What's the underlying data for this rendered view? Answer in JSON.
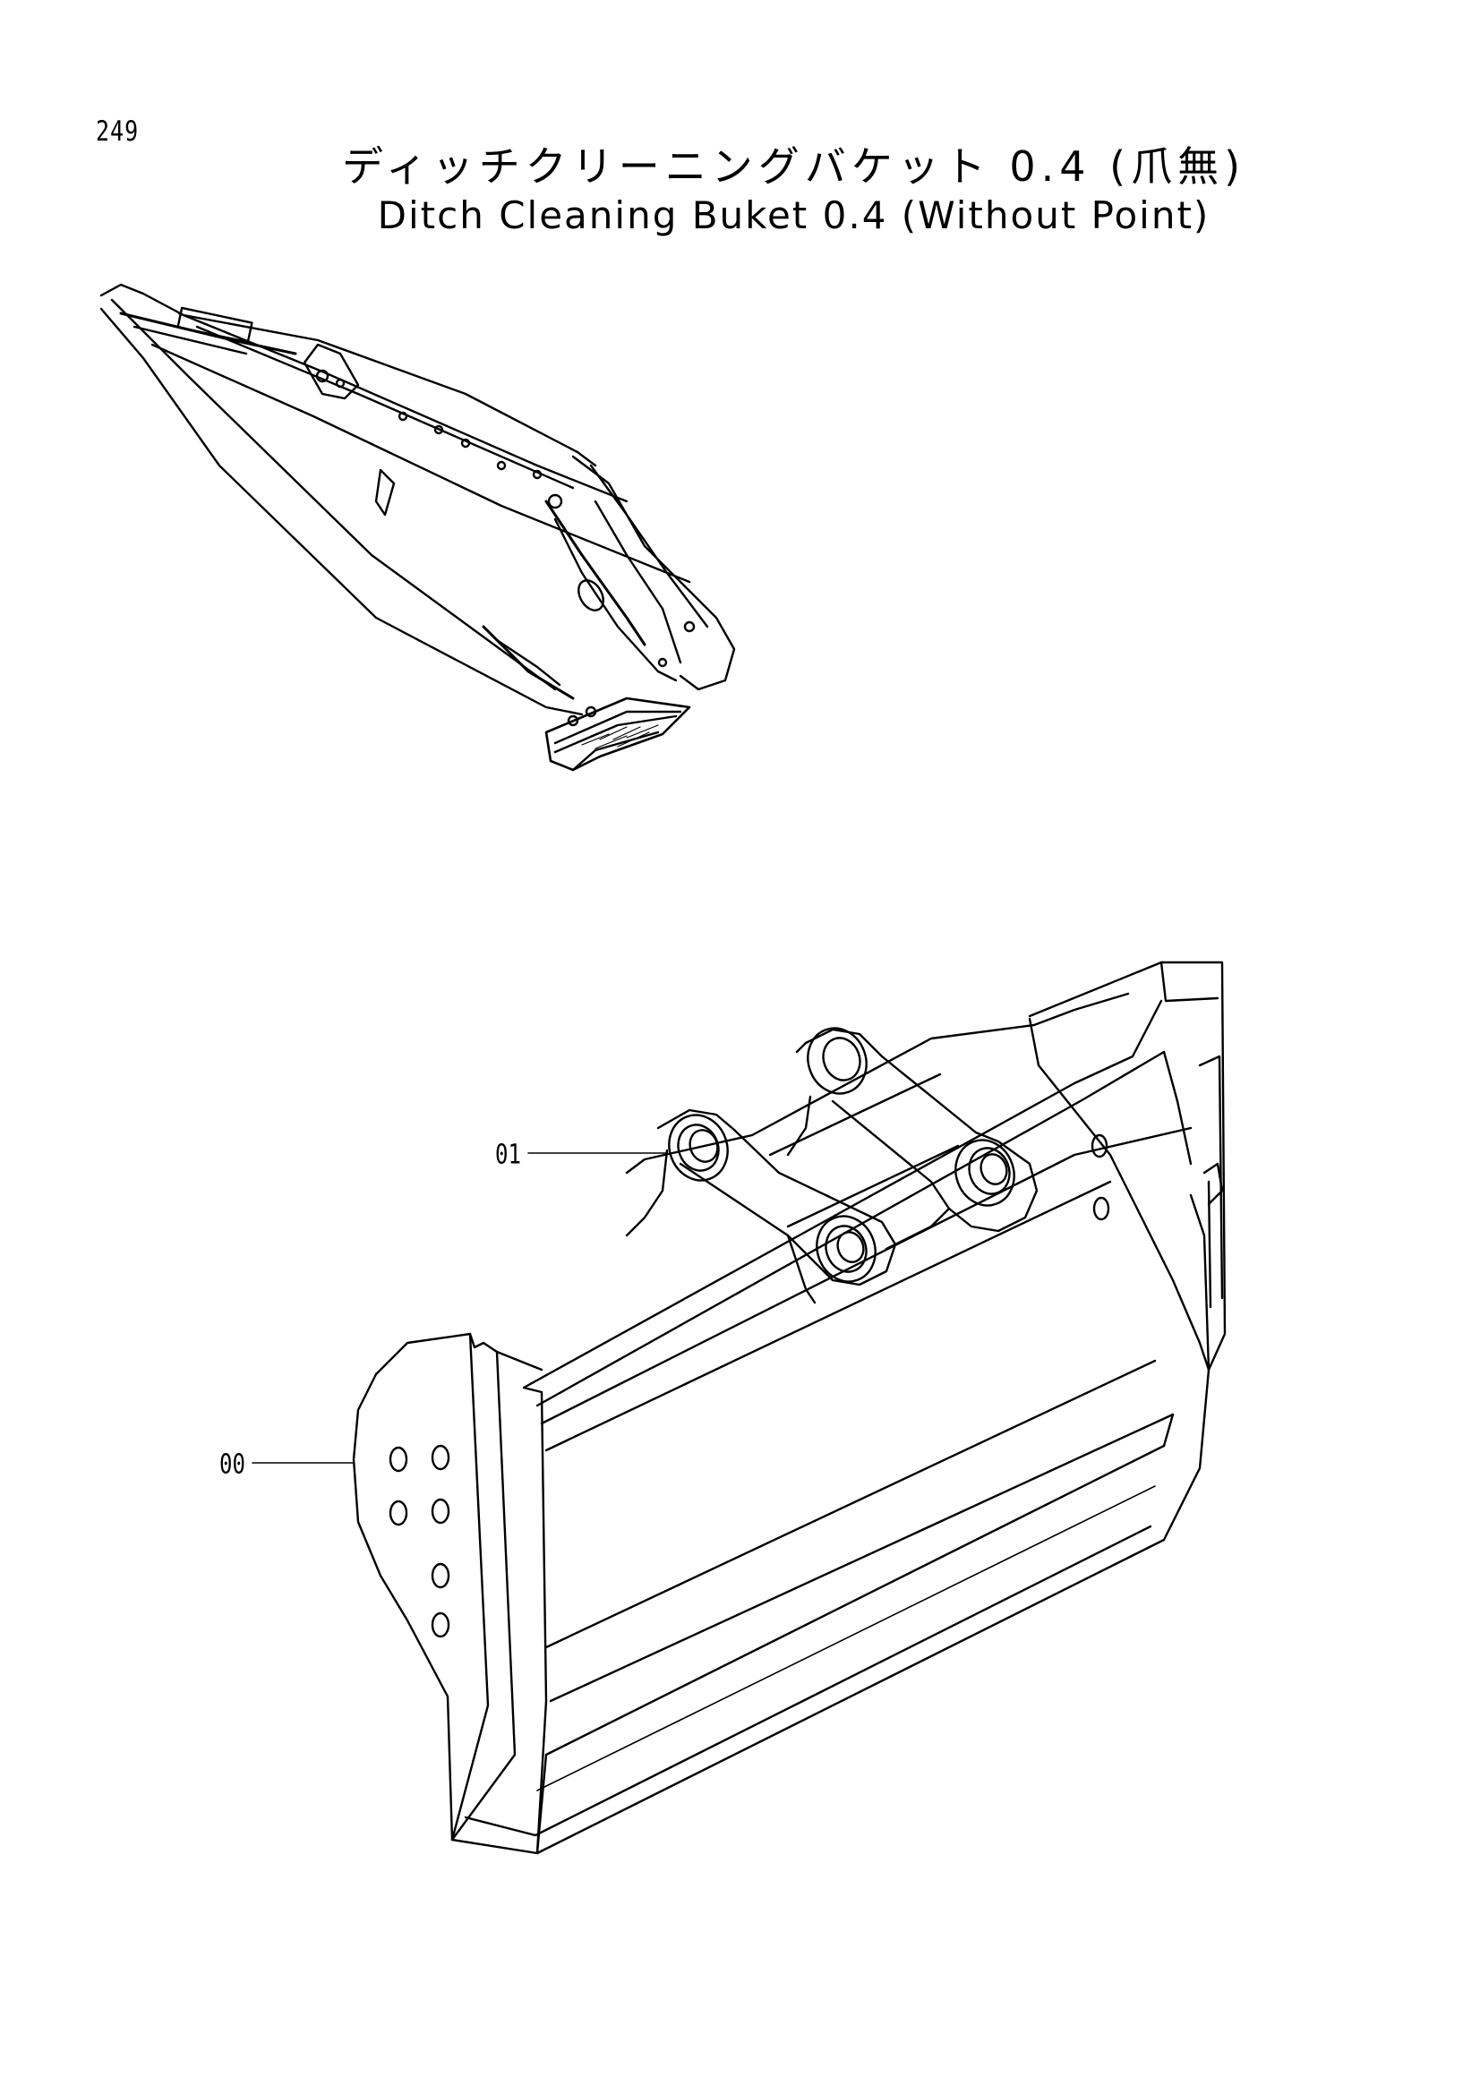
{
  "page": {
    "number": "249",
    "title_jp": "ディッチクリーニングバケット 0.4 (爪無)",
    "title_en": "Ditch Cleaning Buket 0.4 (Without Point)"
  },
  "callouts": [
    {
      "label": "01"
    },
    {
      "label": "00"
    }
  ]
}
